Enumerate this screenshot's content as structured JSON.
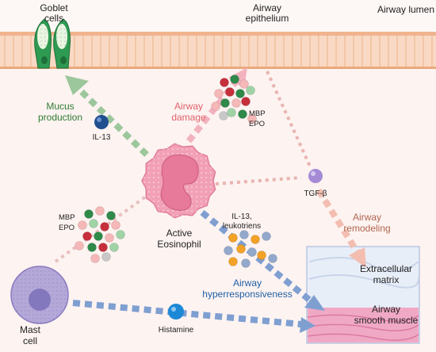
{
  "colors": {
    "background": "#fdf3f1",
    "lumen": "#fdf8f6",
    "epithelium_cell": "#f9d9c4",
    "epithelium_edge": "#e9a97c",
    "goblet": "#2e9a52",
    "mucus_arrow": "#9cc79c",
    "damage_arrow": "#f2b3bf",
    "remodel_arrow": "#f3bdb0",
    "hyper_arrow": "#7f9fd1",
    "eosinophil": "#f2a0b6",
    "eosinophil_nucleus": "#e7799a",
    "mast_cell": "#b4a8d8",
    "mast_nucleus": "#8377bd",
    "matrix_bg": "#e8eef8",
    "muscle": "#f0a9c5",
    "mucus_text": "#2e7d32",
    "damage_text": "#e0616a",
    "remodel_text": "#b0644e",
    "hyper_text": "#1f5fa6"
  },
  "labels": {
    "airway_lumen": "Airway lumen",
    "goblet_1": "Goblet",
    "goblet_2": "cells",
    "epithelium_1": "Airway",
    "epithelium_2": "epithelium",
    "mucus_1": "Mucus",
    "mucus_2": "production",
    "damage_1": "Airway",
    "damage_2": "damage",
    "il13": "IL-13",
    "mbp_top": "MBP",
    "epo_top": "EPO",
    "tgf": "TGF-β",
    "remodel_1": "Airway",
    "remodel_2": "remodeling",
    "mbp_left": "MBP",
    "epo_left": "EPO",
    "eos_1": "Active",
    "eos_2": "Eosinophil",
    "il13_leuk_1": "IL-13,",
    "il13_leuk_2": "leukotriens",
    "hyper_1": "Airway",
    "hyper_2": "hyperresponsiveness",
    "matrix_1": "Extracellular",
    "matrix_2": "matrix",
    "muscle_1": "Airway",
    "muscle_2": "smooth muscle",
    "mast_1": "Mast",
    "mast_2": "cell",
    "histamine": "Histamine"
  },
  "icons": [
    "eosinophil-cell",
    "mast-cell",
    "goblet-cell",
    "il13-molecule",
    "tgf-beta-molecule",
    "histamine-molecule",
    "granule-cluster"
  ]
}
